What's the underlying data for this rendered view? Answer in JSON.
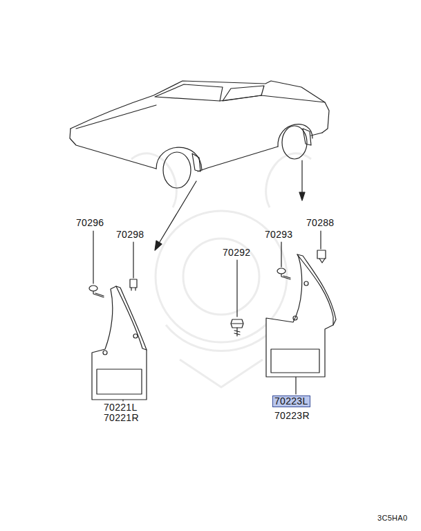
{
  "diagram": {
    "labels": [
      "70296",
      "70298",
      "70292",
      "70293",
      "70288",
      "70221L",
      "70221R",
      "70223L",
      "70223R",
      "3C5HA0"
    ]
  }
}
